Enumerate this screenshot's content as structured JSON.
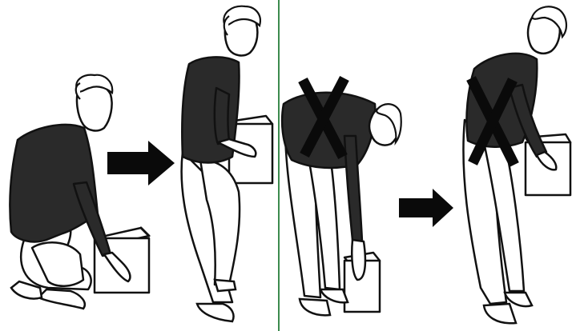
{
  "colors": {
    "background": "#ffffff",
    "ink": "#111111",
    "shirt": "#2a2a2a",
    "divider": "#3c8a4e"
  },
  "panels": [
    {
      "id": "correct",
      "steps": [
        "squat-near-box",
        "stand-holding-box"
      ],
      "transition": "arrow-right-icon"
    },
    {
      "id": "incorrect",
      "steps": [
        "bend-over-crossed",
        "straighten-back-crossed"
      ],
      "transition": "arrow-right-icon",
      "marks": [
        "x-cross-icon",
        "x-cross-icon"
      ]
    }
  ]
}
